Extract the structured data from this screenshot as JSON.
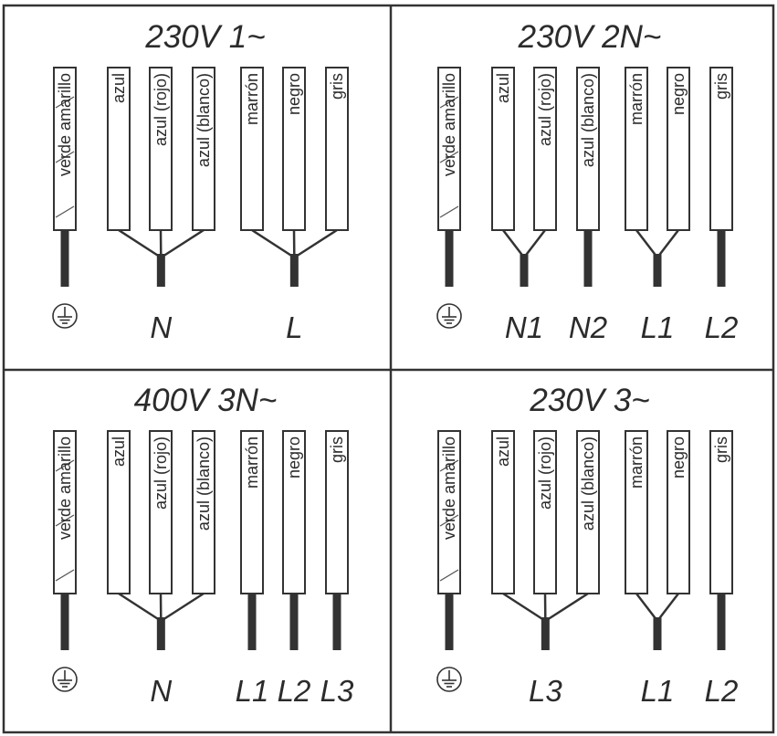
{
  "wire_colors": {
    "ground": "verde amarillo",
    "neutral_1": "azul",
    "neutral_2": "azul (rojo)",
    "neutral_3": "azul (blanco)",
    "line_1": "marrón",
    "line_2": "negro",
    "line_3": "gris"
  },
  "colors": {
    "line": "#333333",
    "background": "#ffffff",
    "text": "#2b2b2b"
  },
  "ground_symbol_icon": "protective-earth-icon",
  "panels": [
    {
      "title": "230V 1~",
      "terminals": [
        "N",
        "L"
      ],
      "groups": [
        {
          "wires": [
            1,
            2,
            3
          ],
          "terminal": 0
        },
        {
          "wires": [
            4,
            5,
            6
          ],
          "terminal": 1
        }
      ]
    },
    {
      "title": "230V 2N~",
      "terminals": [
        "N1",
        "N2",
        "L1",
        "L2"
      ],
      "groups": [
        {
          "wires": [
            1,
            2
          ],
          "terminal": 0
        },
        {
          "wires": [
            3
          ],
          "terminal": 1
        },
        {
          "wires": [
            4,
            5
          ],
          "terminal": 2
        },
        {
          "wires": [
            6
          ],
          "terminal": 3
        }
      ]
    },
    {
      "title": "400V 3N~",
      "terminals": [
        "N",
        "L1",
        "L2",
        "L3"
      ],
      "groups": [
        {
          "wires": [
            1,
            2,
            3
          ],
          "terminal": 0
        },
        {
          "wires": [
            4
          ],
          "terminal": 1
        },
        {
          "wires": [
            5
          ],
          "terminal": 2
        },
        {
          "wires": [
            6
          ],
          "terminal": 3
        }
      ]
    },
    {
      "title": "230V 3~",
      "terminals": [
        "L3",
        "L1",
        "L2"
      ],
      "groups": [
        {
          "wires": [
            1,
            2,
            3
          ],
          "terminal": 0
        },
        {
          "wires": [
            4,
            5
          ],
          "terminal": 1
        },
        {
          "wires": [
            6
          ],
          "terminal": 2
        }
      ]
    }
  ]
}
